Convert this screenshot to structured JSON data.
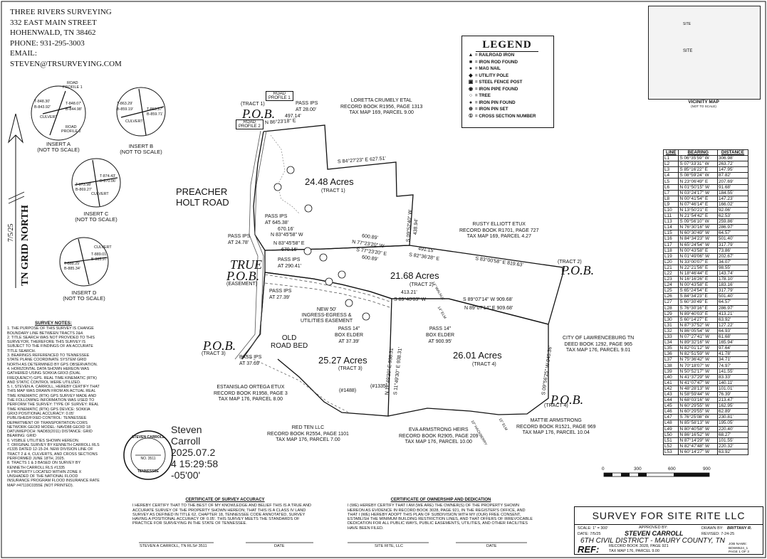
{
  "company": {
    "name": "THREE RIVERS SURVEYING",
    "address": "332 EAST MAIN STREET",
    "city": "HOHENWALD, TN 38462",
    "phone": "PHONE: 931-295-3003",
    "email_label": "EMAIL:",
    "email": "STEVEN@TRSURVEYING.COM"
  },
  "legend": {
    "title": "LEGEND",
    "items": [
      {
        "icon": "triangle-icon",
        "symbol": "▲",
        "label": "= RAILROAD IRON"
      },
      {
        "icon": "square-icon",
        "symbol": "■",
        "label": "= IRON ROD FOUND"
      },
      {
        "icon": "mag-nail-icon",
        "symbol": "●",
        "label": "= MAG NAIL"
      },
      {
        "icon": "utility-pole-icon",
        "symbol": "◆",
        "label": "= UTILITY POLE"
      },
      {
        "icon": "fence-post-icon",
        "symbol": "▣",
        "label": "= STEEL FENCE POST"
      },
      {
        "icon": "pipe-found-icon",
        "symbol": "◉",
        "label": "= IRON PIPE FOUND"
      },
      {
        "icon": "tree-icon",
        "symbol": "○",
        "label": "= TREE"
      },
      {
        "icon": "pin-found-icon",
        "symbol": "●",
        "label": "= IRON PIN FOUND"
      },
      {
        "icon": "pin-set-icon",
        "symbol": "⊕",
        "label": "= IRON PIN SET"
      },
      {
        "icon": "section-number-icon",
        "symbol": "①",
        "label": "= CROSS SECTION NUMBER"
      }
    ]
  },
  "vicinity": {
    "title": "VICINITY MAP",
    "subtitle": "(NOT TO SCALE)",
    "site": "SITE",
    "road": "SITE"
  },
  "line_table": {
    "headers": [
      "LINE",
      "BEARING",
      "DISTANCE"
    ],
    "rows": [
      [
        "L1",
        "S 06°35'59\" W",
        "306.98'"
      ],
      [
        "L2",
        "S 07°33'31\" W",
        "263.72'"
      ],
      [
        "L3",
        "S 85°16'22\" E",
        "147.95'"
      ],
      [
        "L4",
        "S 08°59'24\" W",
        "87.82'"
      ],
      [
        "L5",
        "N 23°06'49\" E",
        "207.69'"
      ],
      [
        "L6",
        "N 01°50'15\" W",
        "91.68'"
      ],
      [
        "L7",
        "N 03°24'17\" W",
        "184.55'"
      ],
      [
        "L8",
        "N 00°41'54\" E",
        "147.23'"
      ],
      [
        "L9",
        "N 07°46'14\" E",
        "166.02'"
      ],
      [
        "L10",
        "N 13°50'21\" E",
        "92.06'"
      ],
      [
        "L11",
        "N 21°54'42\" E",
        "62.53'"
      ],
      [
        "L13",
        "S 09°56'10\" W",
        "259.86'"
      ],
      [
        "L14",
        "N 76°30'16\" W",
        "286.97'"
      ],
      [
        "L15",
        "N 60°30'49\" W",
        "64.57'"
      ],
      [
        "L16",
        "N 84°34'23\" W",
        "501.40'"
      ],
      [
        "L17",
        "N 65°24'54\" W",
        "317.79'"
      ],
      [
        "L18",
        "N 00°43'58\" E",
        "73.86'"
      ],
      [
        "L19",
        "N 01°49'06\" W",
        "202.67'"
      ],
      [
        "L20",
        "N 33°00'07\" E",
        "34.07'"
      ],
      [
        "L21",
        "N 22°21'56\" E",
        "98.55'"
      ],
      [
        "L22",
        "N 18°46'44\" E",
        "143.74'"
      ],
      [
        "L23",
        "N 16°16'26\" E",
        "178.10'"
      ],
      [
        "L24",
        "N 00°43'58\" E",
        "183.16'"
      ],
      [
        "L25",
        "S 65°24'54\" E",
        "317.79'"
      ],
      [
        "L26",
        "S 84°34'23\" E",
        "501.40'"
      ],
      [
        "L27",
        "S 60°30'49\" E",
        "64.57'"
      ],
      [
        "L28",
        "S 76°30'16\" E",
        "286.97'"
      ],
      [
        "L29",
        "N 89°40'03\" E",
        "413.21'"
      ],
      [
        "L30",
        "S 60°14'27\" E",
        "63.92'"
      ],
      [
        "L31",
        "N 87°37'52\" W",
        "127.22'"
      ],
      [
        "L32",
        "N 86°05'54\" W",
        "64.93'"
      ],
      [
        "L33",
        "N 07°27'41\" W",
        "61.68'"
      ],
      [
        "L34",
        "N 89°32'16\" W",
        "165.94'"
      ],
      [
        "L35",
        "N 82°01'12\" W",
        "97.64'"
      ],
      [
        "L36",
        "N 82°51'59\" W",
        "41.78'"
      ],
      [
        "L37",
        "N 75°36'42\" W",
        "34.71'"
      ],
      [
        "L38",
        "N 70°18'07\" W",
        "74.97'"
      ],
      [
        "L39",
        "N 50°52'17\" W",
        "141.55'"
      ],
      [
        "L40",
        "N 41°37'29\" W",
        "83.33'"
      ],
      [
        "L41",
        "N 41°07'47\" W",
        "140.11'"
      ],
      [
        "L42",
        "N 48°28'13\" W",
        "101.01'"
      ],
      [
        "L43",
        "N 58°59'44\" W",
        "76.39'"
      ],
      [
        "L44",
        "N 68°03'16\" W",
        "213.47'"
      ],
      [
        "L45",
        "N 60°29'55\" W",
        "162.95'"
      ],
      [
        "L46",
        "N 60°29'55\" W",
        "62.89'"
      ],
      [
        "L47",
        "S 76°25'08\" W",
        "230.81'"
      ],
      [
        "L48",
        "N 85°58'13\" W",
        "195.05'"
      ],
      [
        "L49",
        "N 80°40'58\" W",
        "220.40'"
      ],
      [
        "L50",
        "N 86°16'52\" W",
        "68.27'"
      ],
      [
        "L51",
        "N 87°14'29\" W",
        "101.55'"
      ],
      [
        "L52",
        "N 82°47'48\" W",
        "220.32'"
      ],
      [
        "L53",
        "N 60°14'27\" W",
        "63.92'"
      ]
    ]
  },
  "map": {
    "tracts": [
      {
        "acres": "24.48 Acres",
        "tract": "(TRACT 1)"
      },
      {
        "acres": "21.68 Acres",
        "tract": "(TRACT 2)"
      },
      {
        "acres": "25.27 Acres",
        "tract": "(TRACT 3)"
      },
      {
        "acres": "26.01 Acres",
        "tract": "(TRACT 4)"
      }
    ],
    "road_name": [
      "PREACHER",
      "HOLT ROAD"
    ],
    "old_road": [
      "OLD",
      "ROAD BED"
    ],
    "pob_tract1": "P.O.B.",
    "pob_tract1_sub": "(TRACT 1)",
    "pob_tract2": "P.O.B.",
    "pob_tract2_sub": "(TRACT 2)",
    "pob_tract3": "P.O.B.",
    "pob_tract3_sub": "(TRACT 3)",
    "pob_tract4": "P.O.B.",
    "pob_tract4_sub": "(TRACT 4)",
    "true_pob": "TRUE",
    "true_pob2": "P.O.B.",
    "true_pob_sub": "(EASEMENT)",
    "grid_north": "TN GRID NORTH",
    "date_side": "7/5/25",
    "easement": [
      "NEW 50'",
      "INGRESS-EGRESS &",
      "UTILITIES EASEMENT"
    ],
    "road_profile_1": [
      "ROAD",
      "PROFILE 1"
    ],
    "road_profile_2": [
      "ROAD",
      "PROFILE 2"
    ],
    "labels": [
      {
        "id": "pass-ips-28",
        "text": [
          "PASS IPS",
          "AT 28.00'"
        ]
      },
      {
        "id": "pass-ips-645",
        "text": [
          "PASS IPS",
          "AT 645.38'"
        ]
      },
      {
        "id": "pass-ips-2478",
        "text": [
          "PASS IPS",
          "AT 24.78'"
        ]
      },
      {
        "id": "pass-ips-290",
        "text": [
          "PASS IPS",
          "AT 290.41'"
        ]
      },
      {
        "id": "pass-ips-2739",
        "text": [
          "PASS IPS",
          "AT 27.39'"
        ]
      },
      {
        "id": "pass-ips-3769",
        "text": [
          "PASS IPS",
          "AT 37.69'"
        ]
      },
      {
        "id": "box-elder-37",
        "text": [
          "PASS 14\"",
          "BOX ELDER",
          "AT 37.39'"
        ]
      },
      {
        "id": "box-elder-900",
        "text": [
          "PASS 14\"",
          "BOX ELDER",
          "AT 900.95'"
        ]
      }
    ],
    "bearings": {
      "n86": "N 86°23'18\" E",
      "d497": "497.14'",
      "s84": "S 84°27'23\" E  627.51'",
      "d670a": "670.16'",
      "n83a": "N 83°45'58\" W",
      "n83b": "N 83°45'58\" E",
      "d670b": "670.16'",
      "d600a": "600.89'",
      "n77": "N 77°23'20\" W",
      "s77": "S 77°23'20\" E",
      "d600b": "600.89'",
      "d491": "491.15'",
      "s82": "S 82°36'28\" E",
      "s83": "S 83°00'58\" E  819.63'",
      "s09": "S 09°52'40\" W",
      "d438": "438.94'",
      "d413": "413.21'",
      "s89": "S 89°40'03\" W",
      "s89b": "S 89°07'14\" W  909.68'",
      "n89": "N 89°07'14\" E  909.68'",
      "n11": "N 11°49'30\" E  938.31'",
      "s11": "S 11°49'30\" E  938.31'",
      "s09b": "S 09°56'25\" W  945.36'",
      "n1488": "(#1488)",
      "n1335": "(#1335)"
    },
    "owners": [
      {
        "id": "crumley",
        "lines": [
          "LORETTA CRUMELY ETAL",
          "RECORD BOOK R1956, PAGE 1313",
          "TAX MAP 169, PARCEL 9.00"
        ]
      },
      {
        "id": "elliott",
        "lines": [
          "RUSTY ELLIOTT ETUX",
          "RECORD BOOK R1701, PAGE 727",
          "TAX MAP 169, PARCEL 4.27"
        ]
      },
      {
        "id": "lawrenceburg",
        "lines": [
          "CITY OF LAWRENCEBURG TN",
          "DEED BOOK 1292, PAGE 965",
          "TAX MAP 176, PARCEL 9.01"
        ]
      },
      {
        "id": "ortega",
        "lines": [
          "ESTANISLAO ORTEGA ETUX",
          "RECORD BOOK R1958, PAGE 3",
          "TAX MAP 176, PARCEL 8.00"
        ]
      },
      {
        "id": "redten",
        "lines": [
          "RED TEN LLC",
          "RECORD BOOK R2554, PAGE 1101",
          "TAX MAP 176, PARCEL 7.00"
        ]
      },
      {
        "id": "armstrong-eva",
        "lines": [
          "EVA ARMSTRONG HEIRS",
          "RECORD BOOK R2905, PAGE 209",
          "TAX MAP 176, PARCEL 10.00"
        ]
      },
      {
        "id": "armstrong-mattie",
        "lines": [
          "MATTIE ARMSTRONG",
          "RECORD BOOK R1521, PAGE 969",
          "TAX MAP 176, PARCEL 10.04"
        ]
      }
    ],
    "trees": [
      "14\" WALNUT",
      "14\" ELM",
      "10\" HACKBERRY",
      "15\" ELM"
    ]
  },
  "inserts": [
    {
      "caption": [
        "INSERT A",
        "(NOT TO SCALE)"
      ],
      "values": [
        "T-848.30'",
        "B-843.92'",
        "T-848.07'",
        "B-844.98'"
      ],
      "culvert": "CULVERT",
      "p1": [
        "ROAD",
        "PROFILE 1"
      ],
      "p2": [
        "ROAD",
        "PROFILE 2"
      ]
    },
    {
      "caption": [
        "INSERT B",
        "(NOT TO SCALE)"
      ],
      "values": [
        "T-863.29'",
        "B-859.19'",
        "T-863.57'",
        "B-859.71'"
      ],
      "culvert": "CULVERT"
    },
    {
      "caption": [
        "INSERT C",
        "(NOT TO SCALE)"
      ],
      "values": [
        "T-874.43'",
        "B-870.06'",
        "T-873.98'",
        "B-869.27'"
      ],
      "culvert": "CULVERT"
    },
    {
      "caption": [
        "INSERT D",
        "(NOT TO SCALE)"
      ],
      "values": [
        "T-889.01'",
        "B-885.97'",
        "T-888.25'",
        "B-885.34'"
      ],
      "culvert": "CULVERT"
    }
  ],
  "notes": {
    "title": "SURVEY NOTES:",
    "items": [
      "1. THE PURPOSE OF THIS SURVEY IS CHANGE BOUNDARY LINE BETWEEN TRACTS 2&4.",
      "2. TITLE SEARCH WAS NOT PROVIDED TO THIS SURVEYOR, THEREFORE THIS SURVEY IS SUBJECT TO THE FINDINGS OF AN ACCURATE TITLE SEARCH.",
      "3. BEARINGS REFERENCED TO TENNESSEE STATE PLANE COORDINATE SYSTEM GRID NORTH AS DETERMINED BY GPS OBSERVATION.",
      "4. HORIZONTAL DATA SHOWN HEREON WAS GATHERED USING SOKKIA GRX3 (DUAL FREQUENCY) GPS. REAL TIME KINEMATIC (RTK) AND STATIC CONTROL WERE UTILIZED.",
      "5. I, STEVEN A. CARROLL, HEREBY CERTIFY THAT THIS MAP WAS DRAWN FROM AN ACTUAL REAL TIME KINEMATIC (RTK) GPS SURVEY MADE AND THE FOLLOWING INFORMATION WAS USED TO PERFORM THE SURVEY: TYPE OF SURVEY: REAL TIME KINEMATIC (RTK) GPS DEVICE: SOKKIA GRX3 POSITIONAL ACCURACY: 0.05' PUBLISHED/FIXED CONTROL: TENNESSEE DEPARTMENT OF TRANSPORTATION CORS NETWORK GEOID MODEL: NAVD88 GEOID 18 DATUM/EPOCH: NAD83(2011) DISTANCE: GRID BEARING: GRID",
      "6. VISIBLE UTILITIES SHOWN HEREON.",
      "7. ORIGINAL SURVEY BY KENNETH CARROLL RLS #1335 DATED 12-15-24. NEW DIVISION LINE OF TRACT 2 & 4, CULVERTS, AND CROSS SECTIONS PERFORMED JUNE 18TH, 2025.",
      "8. TRACTS 1 & 3 BASED ON SURVEY BY KENNETH CARROLL RLS #1335",
      "9. PROPERTY LOCATED WITHIN ZONE X UNSHADED OF THE NATIONAL FLOOD INSURANCE PROGRAM FLOOD INSURANCE RATE MAP #47119C0355E (NOT PRINTED)."
    ]
  },
  "seal": {
    "name": "STEVEN CARROLL",
    "number": "NO. 3511",
    "state": "TENNESSEE"
  },
  "signature": {
    "lines": [
      "Steven",
      "Carroll",
      "2025.07.2",
      "4 15:29:58",
      "-05'00'"
    ]
  },
  "cert_accuracy": {
    "title": "CERTIFICATE OF SURVEY ACCURACY",
    "text": "I HEREBY CERTIFY THAT TO THE BEST OF MY KNOWLEDGE AND BELIEF THIS IS A TRUE AND ACCURATE SURVEY OF THE PROPERTY SHOWN HEREON; THAT THIS IS A CLASS IV LAND SURVEY AS DEFINED IN TITLE 62, CHAPTER 18, TENNESSEE CODE ANNOTATED, SURVEY HAVING A POSITIONAL ACCURACY OF 0.05'. THIS SURVEY MEETS THE STANDARDS OF PRACTICE FOR SURVEYING IN THE STATE OF TENNESSEE.",
    "signer": "STEVEN A CARROLL, TN RLS# 3511",
    "date": "DATE"
  },
  "cert_ownership": {
    "title": "CERTIFICATE OF OWNERSHIP AND DEDICATION",
    "text": "I (WE) HEREBY CERTIFY THAT I AM (WE ARE) THE OWNER(S) OF THE PROPERTY SHOWN HEREON AS EVIDENCE IN RECORD BOOK 3028, PAGE 921, IN THE REGISTER'S OFFICE, AND THAT I (WE) HEREBY ADOPT THIS PLAN OF SUBDIVISION WITH MY (OUR) FREE CONSENT, ESTABLISH THE MINIMUM BUILDING RESTRICTION LINES, AND THAT OFFERS OF IRREVOCABLE DEDICATION FOR ALL PUBLIC WAYS, PUBLIC EASEMENTS, UTILITIES, AND OTHER FACILITIES HAVE BEEN FILED.",
    "signer": "SITE RITE, LLC",
    "date": "DATE"
  },
  "scale_bar": {
    "ticks": [
      "0",
      "300",
      "600",
      "900"
    ]
  },
  "title_block": {
    "title": "SURVEY FOR SITE RITE LLC",
    "scale": "SCALE: 1\" = 300'",
    "date": "DATE: 7/5/25",
    "approved_label": "APPROVED BY:",
    "approved": "STEVEN CARROLL",
    "drawn_label": "DRAWN BY:",
    "drawn": "BRITTANY R.",
    "revised": "REVISED: 7-24-25",
    "district": "6TH CIVIL DISTRICT - MAURY COUNTY, TN",
    "ref_label": "REF:",
    "ref_lines": [
      "RECORD BOOK 3028, PAGE 921",
      "TAX MAP 176, PARCEL 9.00"
    ],
    "job_label": "JOB NAME:",
    "job": "BDW8524_1",
    "page": "PAGE 1 OF 3"
  },
  "colors": {
    "ink": "#111111",
    "hatch": "#555555",
    "vicinity_bg": "#f3f3f3"
  }
}
